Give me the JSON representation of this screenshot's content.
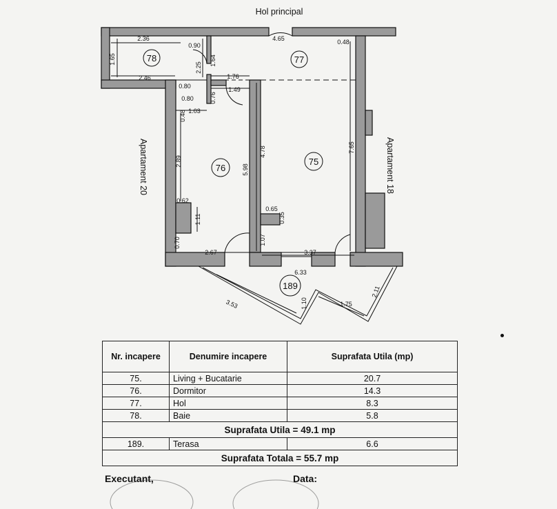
{
  "hall_label": "Hol principal",
  "left_label": "Apartament 20",
  "right_label": "Apartament 18",
  "rooms": [
    "78",
    "77",
    "76",
    "75",
    "189"
  ],
  "dims": {
    "d236": "2.36",
    "d090": "0.90",
    "d465": "4.65",
    "d048": "0.48",
    "d165": "1.65",
    "d225": "2.25",
    "d164": "1.64",
    "d246": "2.46",
    "d080a": "0.80",
    "d080b": "0.80",
    "d176": "1.76",
    "d149": "1.49",
    "d076": "0.76",
    "d103": "1.03",
    "d048b": "0.48",
    "d289": "2.89",
    "d478": "4.78",
    "d598": "5.98",
    "d765": "7.65",
    "d062": "0.62",
    "d111": "1.11",
    "d065": "0.65",
    "d035": "0.35",
    "d107": "1.07",
    "d070": "0.70",
    "d267": "2.67",
    "d337": "3.37",
    "d633": "6.33",
    "d353": "3.53",
    "d110": "1.10",
    "d175": "1.75",
    "d211": "2.11"
  },
  "table": {
    "headers": [
      "Nr. incapere",
      "Denumire incapere",
      "Suprafata Utila (mp)"
    ],
    "rows": [
      {
        "nr": "75.",
        "name": "Living + Bucatarie",
        "area": "20.7"
      },
      {
        "nr": "76.",
        "name": "Dormitor",
        "area": "14.3"
      },
      {
        "nr": "77.",
        "name": "Hol",
        "area": "8.3"
      },
      {
        "nr": "78.",
        "name": "Baie",
        "area": "5.8"
      }
    ],
    "subtotal": "Suprafata Utila = 49.1 mp",
    "terrace": {
      "nr": "189.",
      "name": "Terasa",
      "area": "6.6"
    },
    "total": "Suprafata Totala = 55.7 mp"
  },
  "footer": {
    "executant": "Executant,",
    "data": "Data:"
  }
}
